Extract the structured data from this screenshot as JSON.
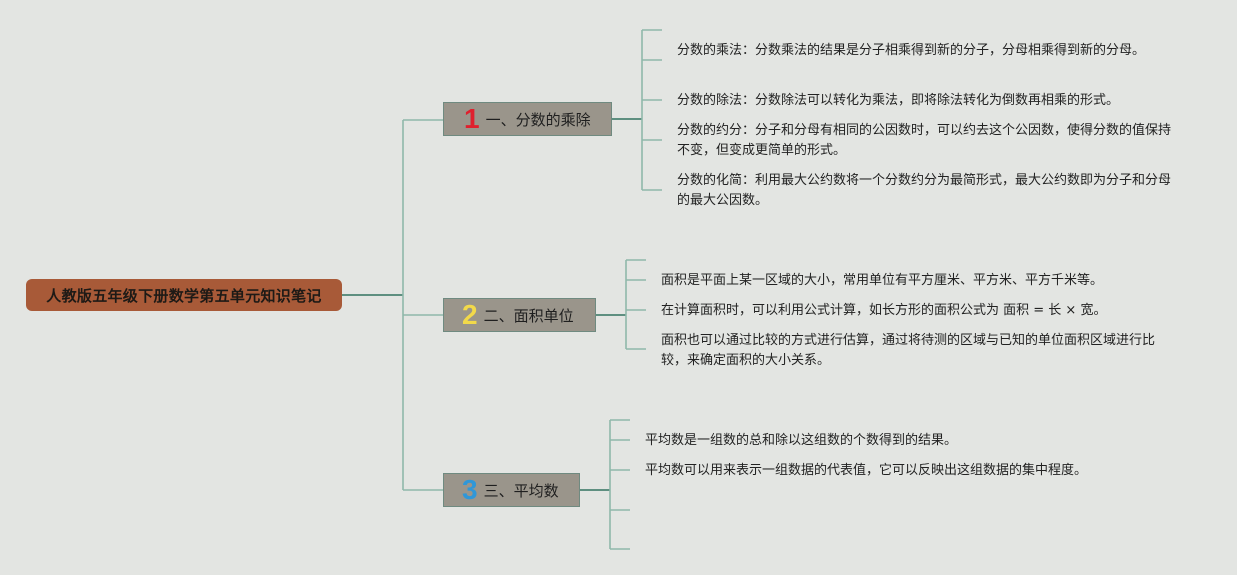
{
  "root": {
    "title": "人教版五年级下册数学第五单元知识笔记"
  },
  "colors": {
    "background": "#e3e5e2",
    "root": "#a85a38",
    "topic": "#9a958b",
    "connector": "#8fb8aa",
    "num1": "#e0202e",
    "num2": "#f2d94a",
    "num3": "#2f97d8"
  },
  "topics": [
    {
      "number": "1",
      "label": "一、分数的乘除",
      "items": [
        "分数的乘法：分数乘法的结果是分子相乘得到新的分子，分母相乘得到新的分母。",
        "分数的除法：分数除法可以转化为乘法，即将除法转化为倒数再相乘的形式。",
        "分数的约分：分子和分母有相同的公因数时，可以约去这个公因数，使得分数的值保持不变，但变成更简单的形式。",
        "分数的化简：利用最大公约数将一个分数约分为最简形式，最大公约数即为分子和分母的最大公因数。"
      ]
    },
    {
      "number": "2",
      "label": "二、面积单位",
      "items": [
        "面积是平面上某一区域的大小，常用单位有平方厘米、平方米、平方千米等。",
        "在计算面积时，可以利用公式计算，如长方形的面积公式为 面积 = 长 × 宽。",
        "面积也可以通过比较的方式进行估算，通过将待测的区域与已知的单位面积区域进行比较，来确定面积的大小关系。"
      ]
    },
    {
      "number": "3",
      "label": "三、平均数",
      "items": [
        "平均数是一组数的总和除以这组数的个数得到的结果。",
        "平均数可以用来表示一组数据的代表值，它可以反映出这组数据的集中程度。"
      ]
    }
  ]
}
